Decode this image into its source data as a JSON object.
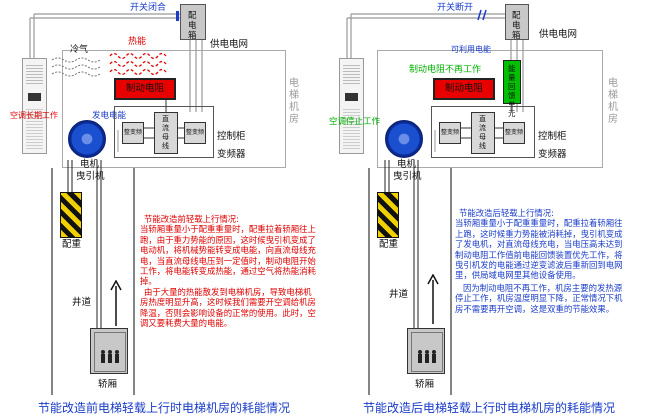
{
  "left": {
    "switch_label": "开关闭合",
    "cabinet_label": "配电箱",
    "power_grid": "供电电网",
    "cold_air": "冷气",
    "heat_label": "热能",
    "brake_resistor": "制动电阻",
    "ac_long": "空调长期工作",
    "generator_power": "发电电能",
    "rectifier": "整变频",
    "dc_bus": "直流母线",
    "inverter": "整变频",
    "control_cabinet": "控制柜",
    "inverter_device": "变频器",
    "motor": "电机",
    "traction": "曳引机",
    "counterweight": "配重",
    "shaft": "井道",
    "car": "轿厢",
    "machine_room": "电梯机房",
    "para_title": "节能改造前轻载上行情况:",
    "para_1": "当轿厢重量小于配重重量时，配重拉着轿厢往上跑，由于重力势能的原因，这时候曳引机变成了电动机，将机械势能转变成电能，向直流母线充电，当直流母线电压到一定值时，制动电阻开始工作，将电能转变成热能，通过空气将热能消耗掉。",
    "para_2": "由于大量的热能散发到电梯机房，导致电梯机房热度明显升高，这时候我们需要开空调给机房降温，否则会影响设备的正常的使用。此时，空调又要耗费大量的电能。",
    "caption": "节能改造前电梯轻载上行时电梯机房的耗能情况"
  },
  "right": {
    "switch_label": "开关断开",
    "cabinet_label": "配电箱",
    "power_grid": "供电电网",
    "reusable_power": "可利用电能",
    "brake_stopped": "制动电阻不再工作",
    "brake_resistor": "制动电阻",
    "feedback_unit": "能量回馈单元",
    "ac_stop": "空调停止工作",
    "rectifier": "整变频",
    "dc_bus": "直流母线",
    "inverter": "整变频",
    "control_cabinet": "控制柜",
    "inverter_device": "变频器",
    "motor": "电机",
    "traction": "曳引机",
    "counterweight": "配重",
    "shaft": "井道",
    "car": "轿厢",
    "machine_room": "电梯机房",
    "para_title": "节能改造后轻载上行情况:",
    "para_1": "当轿厢重量小于配重重量时，配重拉着轿厢往上跑，这时候重力势能被消耗掉，曳引机变成了发电机，对直流母线充电，当电压高未达到制动电阻工作值前电能回馈装置优先工作，将曳引机发的电能通过逆变滤波后重新回到电网里，供局域电网里其他设备使用。",
    "para_2": "因为制动电阻不再工作，机房主要的发热源停止工作，机房温度明显下降，正常情况下机房不需要再开空调，这是双重的节能效果。",
    "caption": "节能改造后电梯轻载上行时电梯机房的耗能情况"
  },
  "colors": {
    "text_blue": "#1a3cc8",
    "text_red": "#e00000",
    "text_green": "#00b000",
    "brake_red": "#e80000",
    "feedback_green": "#00c000",
    "cabinet_grey": "#c8c8c8",
    "motor_blue": "#1a4fd0"
  },
  "icons": [
    "switch-icon",
    "ac-unit-icon",
    "motor-icon",
    "counterweight-icon",
    "car-icon",
    "arrow-icon",
    "heat-wave-icon",
    "air-flow-icon"
  ]
}
